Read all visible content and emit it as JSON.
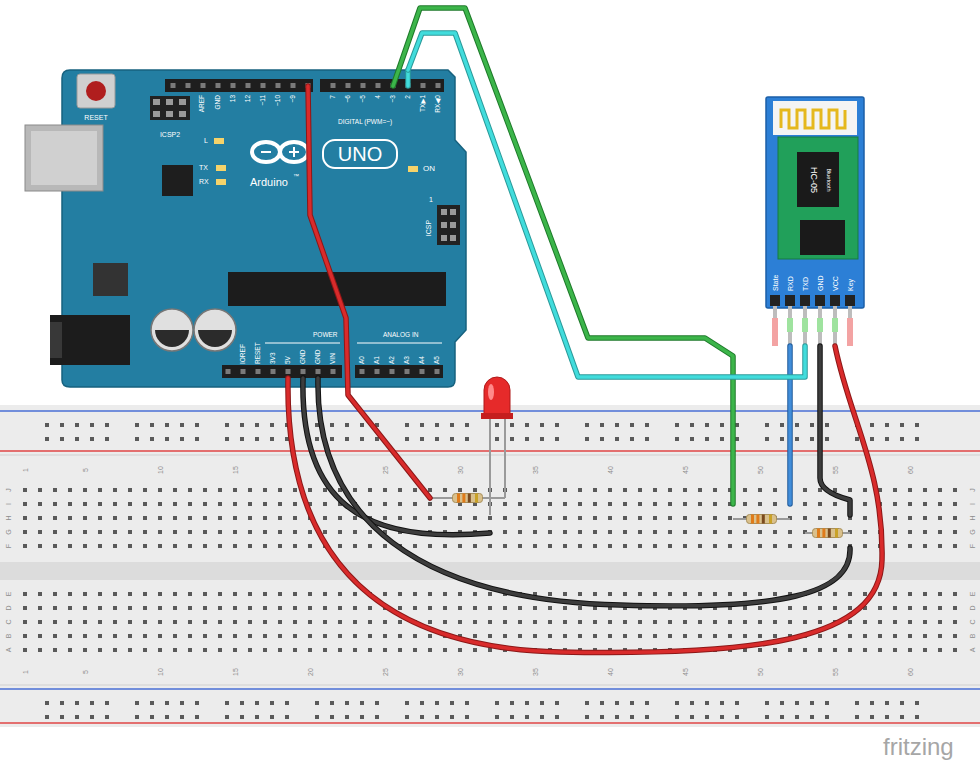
{
  "diagram": {
    "nodes": [
      {
        "text": [
          "RESET",
          "ICSP2",
          "AREF",
          "GND",
          "13",
          "12",
          "~11",
          "~10",
          "~9",
          "7",
          "~6",
          "~5",
          "4",
          "~3",
          "2",
          "TX▶1",
          "RX◀0",
          "DIGITAL (PWM=~)",
          "L",
          "TX",
          "RX",
          "UNO",
          "Arduino",
          "™",
          "ON",
          "ICSP",
          "1",
          "IOREF",
          "RESET",
          "3V3",
          "5V",
          "GND",
          "GND",
          "VIN",
          "POWER",
          "ANALOG IN",
          "A0",
          "A1",
          "A2",
          "A3",
          "A4",
          "A5"
        ]
      },
      {
        "text": [
          "HC-05",
          "Bluetooth",
          "State",
          "RXD",
          "TXD",
          "GND",
          "VCC",
          "Key"
        ]
      }
    ],
    "edges": [
      {
        "from": 0,
        "to": 1,
        "arrow": "none"
      }
    ],
    "labels": [
      "1",
      "5",
      "10",
      "15",
      "25",
      "30",
      "35",
      "40",
      "45",
      "50",
      "55",
      "60",
      "J",
      "I",
      "H",
      "G",
      "F",
      "E",
      "D",
      "C",
      "B",
      "A",
      "J",
      "I",
      "H",
      "G",
      "F",
      "E",
      "D",
      "C",
      "B",
      "A",
      "1",
      "5",
      "10",
      "15",
      "20",
      "25",
      "30",
      "35",
      "40",
      "45",
      "50",
      "55",
      "60",
      "fritzing"
    ]
  }
}
